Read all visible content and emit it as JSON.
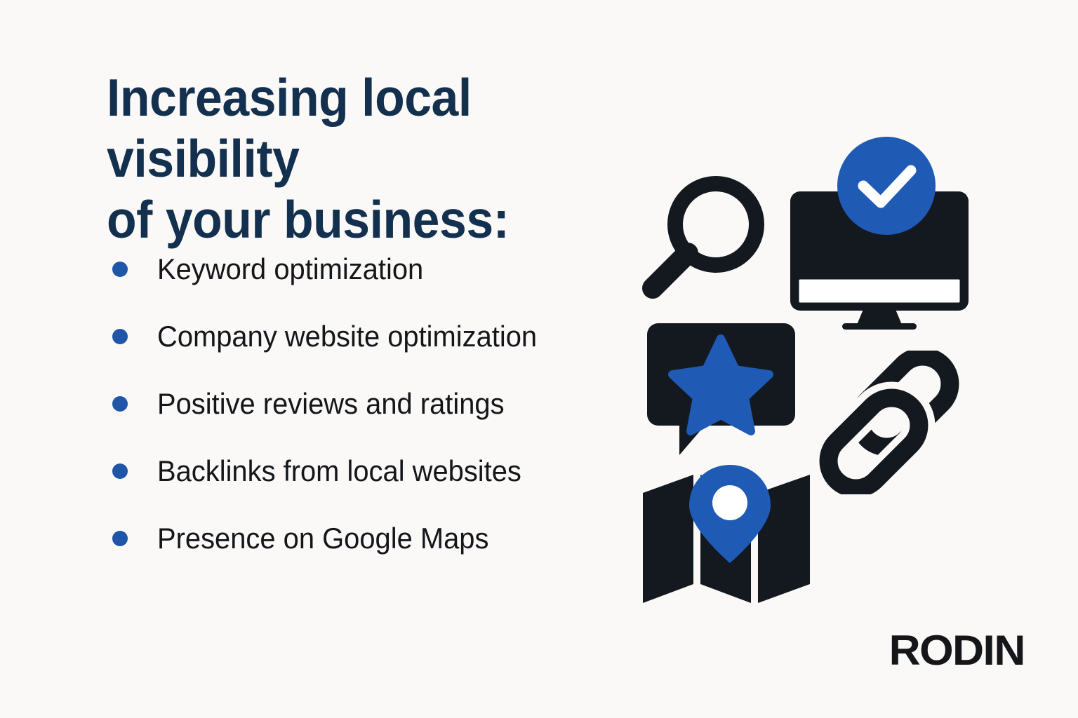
{
  "colors": {
    "background": "#faf9f7",
    "headline": "#13304e",
    "body_text": "#15161a",
    "accent_blue": "#1f56a8",
    "icon_dark": "#14181f",
    "white": "#ffffff"
  },
  "headline": {
    "text": "Increasing local visibility\nof your business:"
  },
  "bullets": [
    {
      "label": "Keyword optimization"
    },
    {
      "label": "Company website optimization"
    },
    {
      "label": "Positive reviews and ratings"
    },
    {
      "label": "Backlinks from local websites"
    },
    {
      "label": "Presence on Google Maps"
    }
  ],
  "icons": [
    {
      "name": "magnifying-glass-icon",
      "meaning": "search"
    },
    {
      "name": "monitor-check-icon",
      "meaning": "website verified"
    },
    {
      "name": "speech-bubble-star-icon",
      "meaning": "reviews and ratings"
    },
    {
      "name": "chain-link-icon",
      "meaning": "backlinks"
    },
    {
      "name": "folded-map-pin-icon",
      "meaning": "google maps location"
    }
  ],
  "logo": {
    "text": "RODIN"
  }
}
